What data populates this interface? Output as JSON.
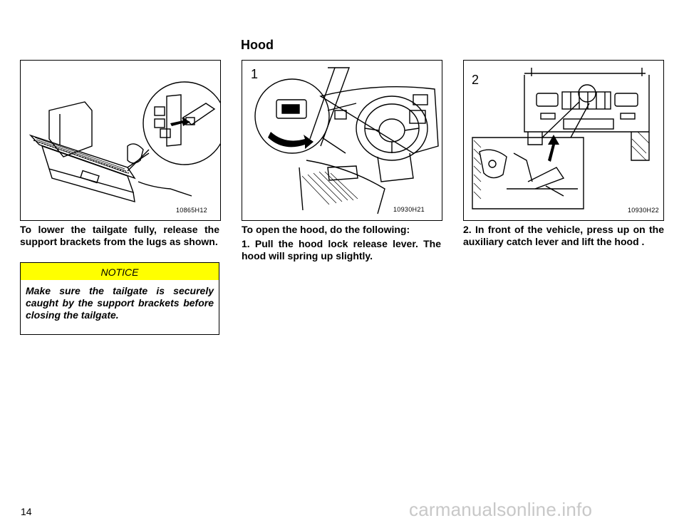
{
  "section_title": "Hood",
  "figures": [
    {
      "code": "10865H12",
      "step": ""
    },
    {
      "code": "10930H21",
      "step": "1"
    },
    {
      "code": "10930H22",
      "step": "2"
    }
  ],
  "col1": {
    "text": "To lower the tailgate fully, release the support brackets from the lugs as shown.",
    "notice": {
      "heading": "NOTICE",
      "text": "Make sure the tailgate is securely caught by the support brackets before closing the tailgate."
    },
    "notice_color": "#ffff00"
  },
  "col2": {
    "intro": "To open the hood, do the following:",
    "step1": "1. Pull the hood lock release lever. The hood will spring up slightly."
  },
  "col3": {
    "step2": "2. In front of the vehicle, press up on the auxiliary catch lever and lift the hood ."
  },
  "page_number": "14",
  "watermark": "carmanualsonline.info"
}
